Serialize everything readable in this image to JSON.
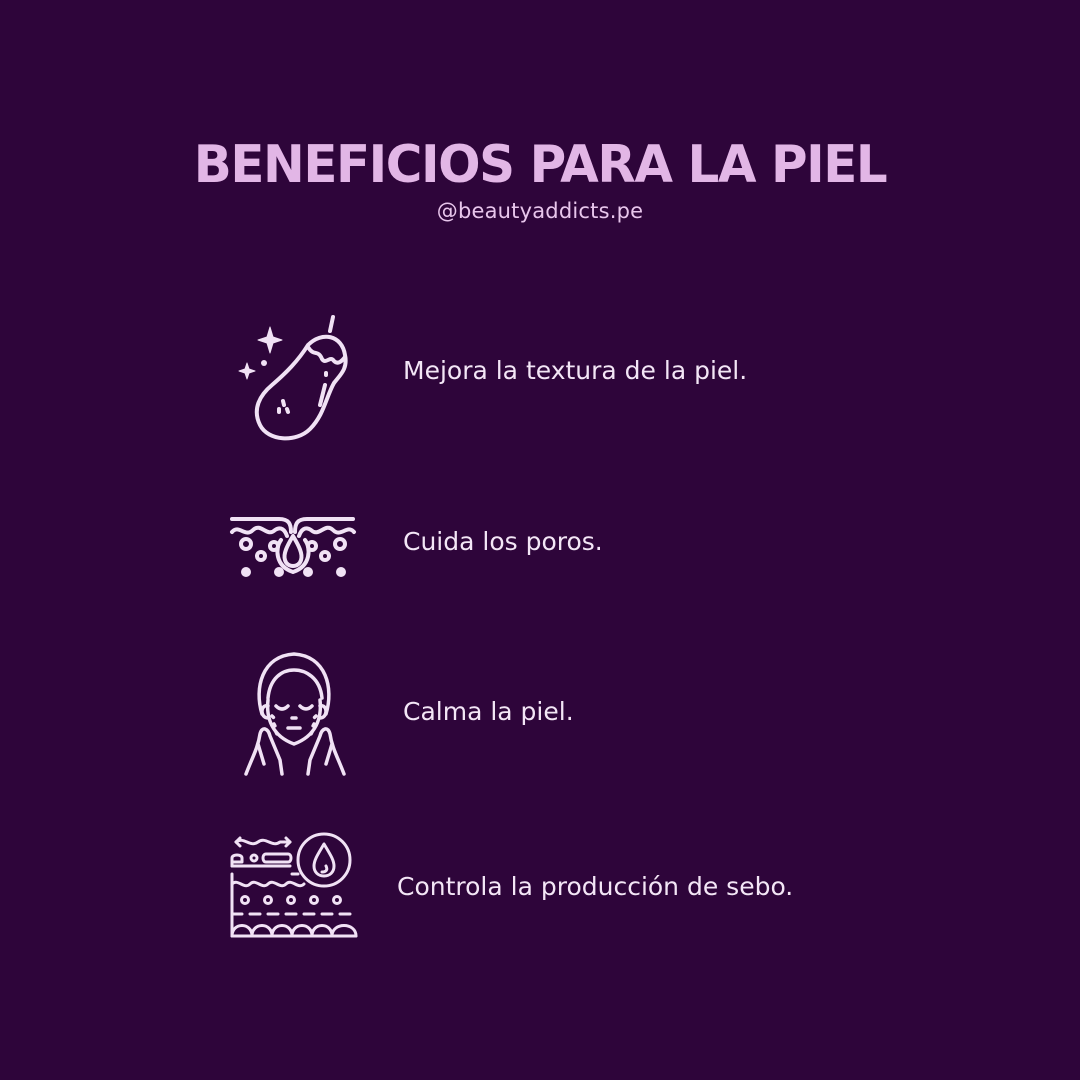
{
  "header": {
    "title": "BENEFICIOS PARA LA PIEL",
    "handle": "@beautyaddicts.pe"
  },
  "benefits": [
    {
      "icon": "eggplant-sparkle-icon",
      "text": "Mejora la textura de la piel."
    },
    {
      "icon": "skin-pore-icon",
      "text": "Cuida los poros."
    },
    {
      "icon": "face-calm-icon",
      "text": "Calma la piel."
    },
    {
      "icon": "sebum-layer-drop-icon",
      "text": "Controla la producción de sebo."
    }
  ],
  "colors": {
    "background": "#2e053a",
    "title": "#e2b6e6",
    "text": "#f3e6f6",
    "icon_stroke": "#f1e2f5"
  }
}
